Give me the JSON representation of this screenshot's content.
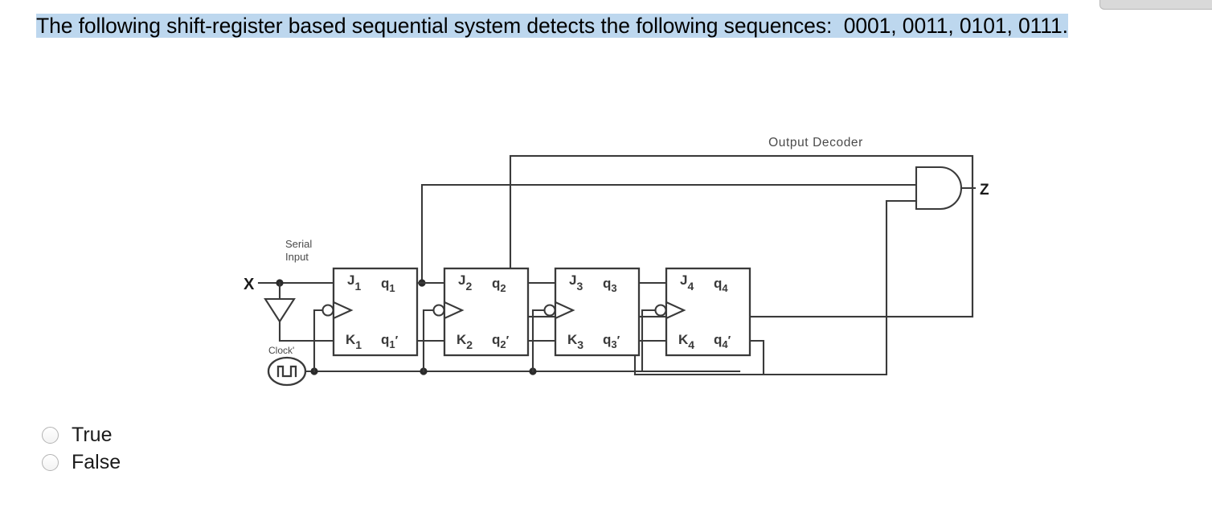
{
  "top_strip": {
    "name": "partial-tab-strip"
  },
  "question": {
    "text": "The following shift-register based sequential system detects the following sequences:  0001, 0011, 0101, 0111.",
    "highlight_color": "#bdd7ee"
  },
  "diagram": {
    "title": "Output Decoder",
    "serial_input_label": "Serial\nInput",
    "serial_input_line1": "Serial",
    "serial_input_line2": "Input",
    "input_signal": "X",
    "clock_label": "Clock'",
    "output_signal": "Z",
    "line_color": "#3a3a3a",
    "flipflops": [
      {
        "j": "J",
        "j_sub": "1",
        "q": "q",
        "q_sub": "1",
        "k": "K",
        "k_sub": "1",
        "qn": "q",
        "qn_sub": "1",
        "qn_prime": "′"
      },
      {
        "j": "J",
        "j_sub": "2",
        "q": "q",
        "q_sub": "2",
        "k": "K",
        "k_sub": "2",
        "qn": "q",
        "qn_sub": "2",
        "qn_prime": "′"
      },
      {
        "j": "J",
        "j_sub": "3",
        "q": "q",
        "q_sub": "3",
        "k": "K",
        "k_sub": "3",
        "qn": "q",
        "qn_sub": "3",
        "qn_prime": "′"
      },
      {
        "j": "J",
        "j_sub": "4",
        "q": "q",
        "q_sub": "4",
        "k": "K",
        "k_sub": "4",
        "qn": "q",
        "qn_sub": "4",
        "qn_prime": "′"
      }
    ],
    "gate": {
      "type": "and-gate",
      "inputs": 2,
      "output": "Z"
    }
  },
  "options": [
    {
      "label": "True",
      "selected": false
    },
    {
      "label": "False",
      "selected": false
    }
  ]
}
